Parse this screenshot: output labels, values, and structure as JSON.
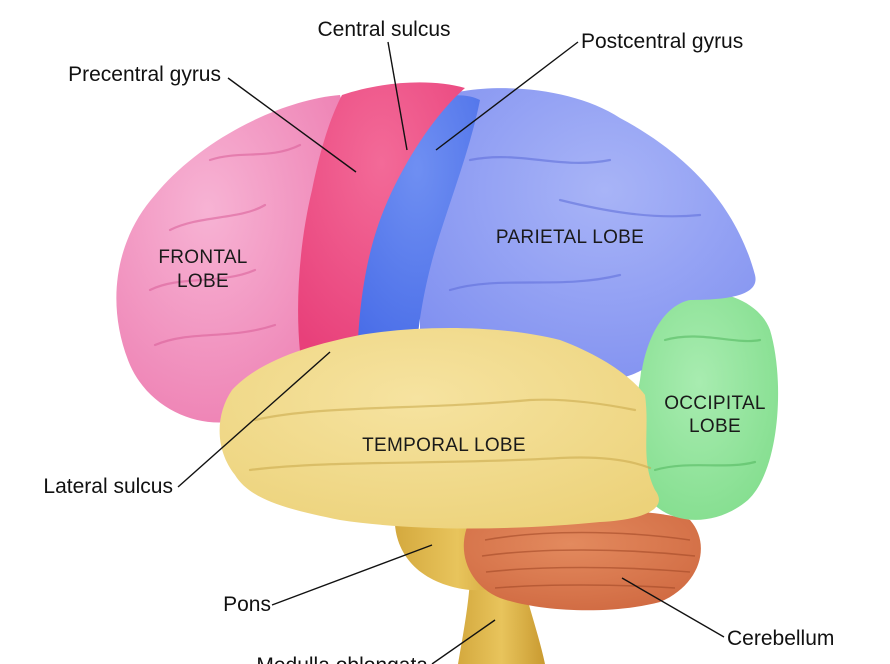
{
  "colors": {
    "frontal": "#ee82b4",
    "precentral": "#e8407a",
    "parietal": "#7f8ff0",
    "postcentral": "#4a6ee8",
    "temporal": "#ecd27a",
    "occipital": "#7fdc8a",
    "cerebellum": "#cf6840",
    "brainstem": "#e8c45c"
  },
  "lobes": {
    "frontal": [
      "FRONTAL",
      "LOBE"
    ],
    "parietal": "PARIETAL LOBE",
    "temporal": "TEMPORAL LOBE",
    "occipital": [
      "OCCIPITAL",
      "LOBE"
    ]
  },
  "callouts": {
    "central_sulcus": "Central sulcus",
    "postcentral_gyrus": "Postcentral gyrus",
    "precentral_gyrus": "Precentral gyrus",
    "lateral_sulcus": "Lateral sulcus",
    "pons": "Pons",
    "cerebellum": "Cerebellum",
    "medulla_oblongata": "Medulla oblongata"
  }
}
